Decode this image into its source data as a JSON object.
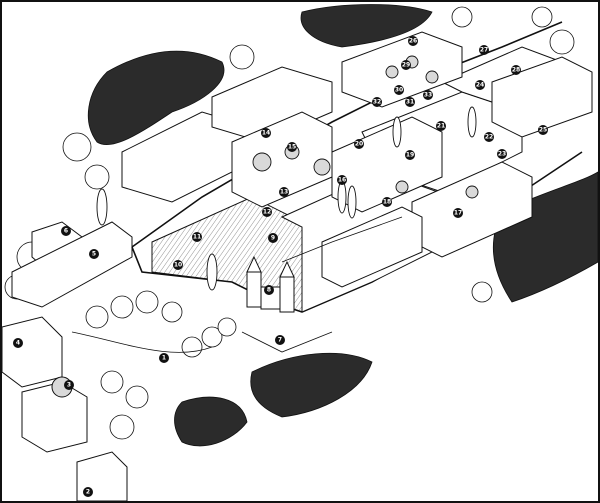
{
  "image": {
    "kind": "black-and-white isometric illustration of a walled palace complex with courtyards, gates and gardens",
    "stroke_color": "#111111",
    "fill_light": "#ffffff",
    "fill_shade": "#d9d9d9",
    "tree_dark": "#2b2b2b"
  },
  "markers": [
    {
      "id": "m1",
      "label": "1"
    },
    {
      "id": "m2",
      "label": "2"
    },
    {
      "id": "m3",
      "label": "3"
    },
    {
      "id": "m4",
      "label": "4"
    },
    {
      "id": "m5",
      "label": "5"
    },
    {
      "id": "m6",
      "label": "6"
    },
    {
      "id": "m7",
      "label": "7"
    },
    {
      "id": "m8",
      "label": "8"
    },
    {
      "id": "m9",
      "label": "9"
    },
    {
      "id": "m10",
      "label": "10"
    },
    {
      "id": "m11",
      "label": "11"
    },
    {
      "id": "m12",
      "label": "12"
    },
    {
      "id": "m13",
      "label": "13"
    },
    {
      "id": "m14",
      "label": "14"
    },
    {
      "id": "m15",
      "label": "15"
    },
    {
      "id": "m16",
      "label": "16"
    },
    {
      "id": "m17",
      "label": "17"
    },
    {
      "id": "m18",
      "label": "18"
    },
    {
      "id": "m19",
      "label": "19"
    },
    {
      "id": "m20",
      "label": "20"
    },
    {
      "id": "m21",
      "label": "21"
    },
    {
      "id": "m22",
      "label": "22"
    },
    {
      "id": "m23",
      "label": "23"
    },
    {
      "id": "m24",
      "label": "24"
    },
    {
      "id": "m25",
      "label": "25"
    },
    {
      "id": "m26",
      "label": "26"
    },
    {
      "id": "m27",
      "label": "27"
    },
    {
      "id": "m28",
      "label": "28"
    },
    {
      "id": "m29",
      "label": "29"
    },
    {
      "id": "m30",
      "label": "30"
    },
    {
      "id": "m31",
      "label": "31"
    },
    {
      "id": "m32",
      "label": "32"
    },
    {
      "id": "m33",
      "label": "33"
    }
  ]
}
